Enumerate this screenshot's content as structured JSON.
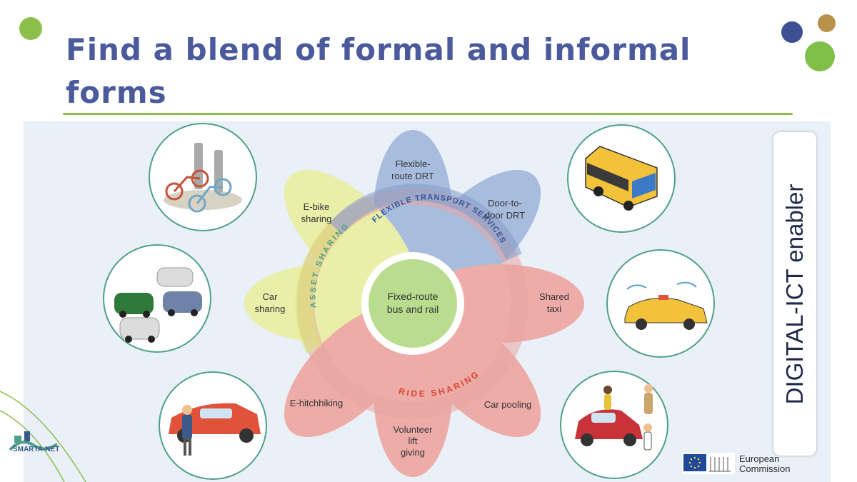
{
  "slide": {
    "title_line1": "Find a blend of formal and informal forms",
    "title_line2": "of mobility services"
  },
  "diagram": {
    "center_label_line1": "Fixed-route",
    "center_label_line2": "bus and rail",
    "ring_labels": {
      "asset": "ASSET SHARING",
      "flexible": "FLEXIBLE TRANSPORT SERVICES",
      "ride": "RIDE SHARING"
    },
    "petals": [
      {
        "lines": [
          "Flexible-",
          "route DRT"
        ]
      },
      {
        "lines": [
          "Door-to-",
          "door DRT"
        ]
      },
      {
        "lines": [
          "Shared",
          "taxi"
        ]
      },
      {
        "lines": [
          "Car pooling"
        ]
      },
      {
        "lines": [
          "Volunteer",
          "lift",
          "giving"
        ]
      },
      {
        "lines": [
          "E-hitchhiking"
        ]
      },
      {
        "lines": [
          "Car",
          "sharing"
        ]
      },
      {
        "lines": [
          "E-bike",
          "sharing"
        ]
      }
    ],
    "colors": {
      "blue": "#8fa9d4",
      "yellow": "#e9ee8a",
      "red": "#f0938a",
      "green": "#b9dc8e",
      "circle_border": "#4fa08a",
      "ring_flexible": "#2d5a9c",
      "ring_asset": "#4aa18a",
      "ring_ride": "#d9452f"
    },
    "icons": [
      "bike-sharing-icon",
      "bus-icon",
      "parked-cars-icon",
      "taxi-icon",
      "hitchhiker-car-icon",
      "car-pool-people-icon"
    ]
  },
  "enabler": {
    "label": "DIGITAL-ICT enabler"
  },
  "footer": {
    "partner_logo": "SMARTA-NET",
    "ec_line1": "European",
    "ec_line2": "Commission"
  }
}
